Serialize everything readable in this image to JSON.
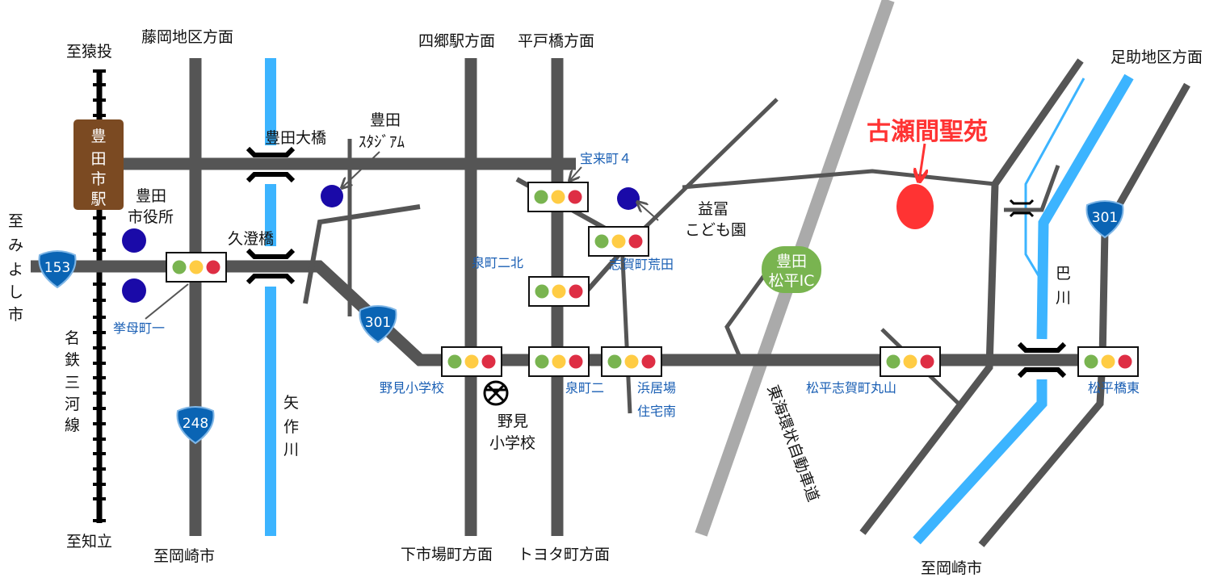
{
  "map": {
    "destination": {
      "label": "古瀬間聖苑",
      "color": "#ff3333"
    },
    "direction_labels": {
      "sanage": "至猿投",
      "fujioka": "藤岡地区方面",
      "shigo": "四郷駅方面",
      "hiratobashi": "平戸橋方面",
      "asuke": "足助地区方面",
      "miyoshi": "至みよし市",
      "chiryu": "至知立",
      "okazaki_left": "至岡崎市",
      "shimoichiba": "下市場町方面",
      "toyota_cho": "トヨタ町方面",
      "okazaki_right": "至岡崎市"
    },
    "station": {
      "label": "豊田市駅",
      "color": "#7b4a22"
    },
    "railway": {
      "label": "名鉄三河線"
    },
    "rivers": {
      "yahagi": "矢作川",
      "tomoe": "巴川",
      "color": "#3cb4ff"
    },
    "bridges": {
      "toyota_ohashi": "豊田大橋",
      "kuzumi": "久澄橋"
    },
    "landmarks": {
      "city_hall": "豊田市役所",
      "stadium_1": "豊田",
      "stadium_2": "ｽﾀｼﾞｱﾑ",
      "kodomoen_1": "益冨",
      "kodomoen_2": "こども園",
      "school_1": "野見",
      "school_2": "小学校",
      "ic_1": "豊田",
      "ic_2": "松平IC"
    },
    "expressway": {
      "label": "東海環状自動車道",
      "color": "#aaaaaa"
    },
    "route_shields": [
      {
        "number": "153"
      },
      {
        "number": "301"
      },
      {
        "number": "248"
      },
      {
        "number": "301"
      }
    ],
    "signals": {
      "koromo_cho1": "挙母町一",
      "horai_cho4": "宝来町４",
      "izumi_cho2_kita": "泉町二北",
      "shiga_cho_arata": "志賀町荒田",
      "nomi_school": "野見小学校",
      "izumi_cho2": "泉町二",
      "hamaiba_1": "浜居場",
      "hamaiba_2": "住宅南",
      "matsudaira_shiga": "松平志賀町丸山",
      "matsudaira_bashi_higashi": "松平橋東"
    },
    "colors": {
      "road": "#555555",
      "signal_green": "#79b450",
      "signal_yellow": "#ffcc44",
      "signal_red": "#de2e44",
      "landmark_dot": "#1a0aa8",
      "shield": "#0a64b4",
      "ic_green": "#79b450"
    }
  }
}
